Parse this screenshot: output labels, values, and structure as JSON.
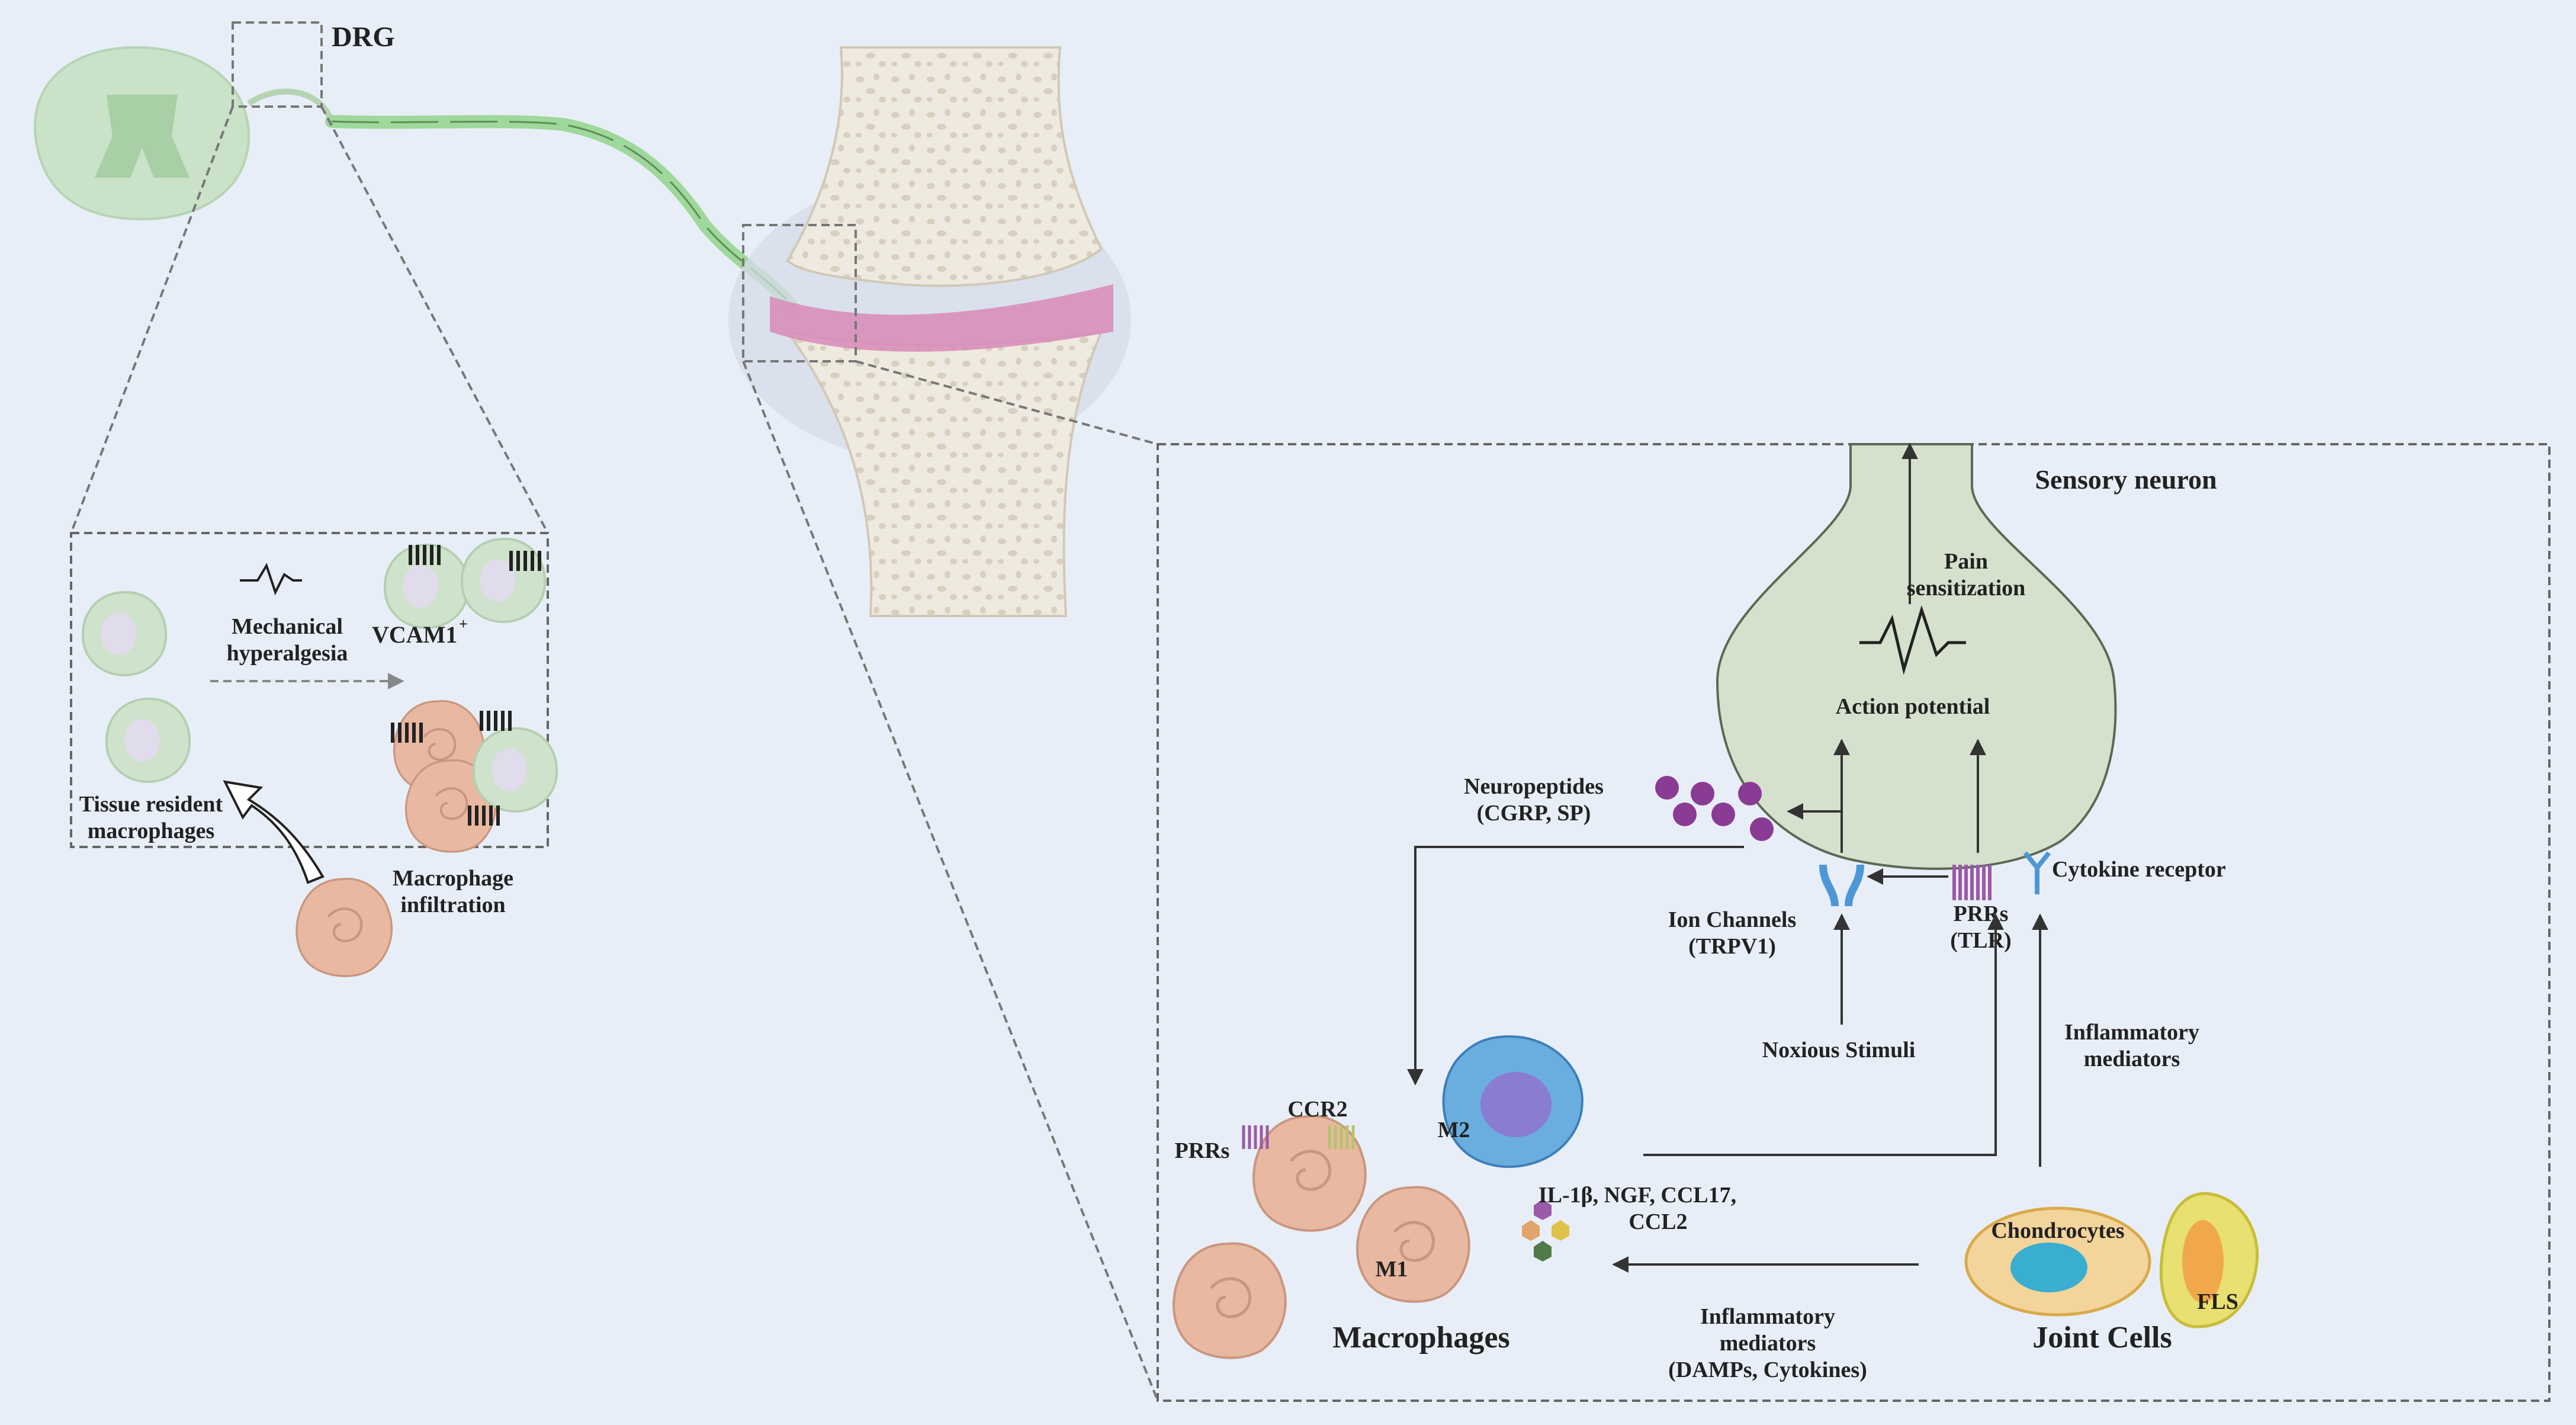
{
  "labels": {
    "drg": "DRG",
    "mechanical_hyperalgesia_1": "Mechanical",
    "mechanical_hyperalgesia_2": "hyperalgesia",
    "vcam1": "VCAM1",
    "vcam1_sup": "+",
    "tissue_resident_1": "Tissue resident",
    "tissue_resident_2": "macrophages",
    "infiltration_1": "Macrophage",
    "infiltration_2": "infiltration",
    "sensory_neuron": "Sensory neuron",
    "pain_1": "Pain",
    "pain_2": "sensitization",
    "action_potential": "Action potential",
    "neuropeptides_1": "Neuropeptides",
    "neuropeptides_2": "(CGRP, SP)",
    "ion_channels_1": "Ion Channels",
    "ion_channels_2": "(TRPV1)",
    "prrs_neuron_1": "PRRs",
    "prrs_neuron_2": "(TLR)",
    "cytokine_receptor": "Cytokine receptor",
    "noxious_stimuli": "Noxious Stimuli",
    "inflam_right_1": "Inflammatory",
    "inflam_right_2": "mediators",
    "ccr2": "CCR2",
    "prrs_mac": "PRRs",
    "m2": "M2",
    "m1": "M1",
    "cytokines_1": "IL-1β, NGF, CCL17,",
    "cytokines_2": "CCL2",
    "macrophages": "Macrophages",
    "chondrocytes": "Chondrocytes",
    "fls": "FLS",
    "joint_cells": "Joint Cells",
    "inflam_bottom_1": "Inflammatory",
    "inflam_bottom_2": "mediators",
    "inflam_bottom_3": "(DAMPs, Cytokines)"
  },
  "colors": {
    "background": "#e8eef7",
    "spinal_cord": "#c9e2c8",
    "nerve": "#9ed89a",
    "bone": "#efeadf",
    "cartilage_pink": "#d88ab8",
    "neuron_body": "#d6e1cd",
    "macrophage": "#e8b8a0",
    "m2_blue": "#6aaee0",
    "m2_nucleus": "#8a7cd0",
    "receptor_purple": "#9a5aa8",
    "receptor_blue": "#4d97d6",
    "neuropeptide": "#8a3b93",
    "chondrocyte": "#f3d49a",
    "chondrocyte_nucleus": "#3aaed0",
    "fls": "#e8e070",
    "fls_nucleus": "#f0a84a"
  }
}
